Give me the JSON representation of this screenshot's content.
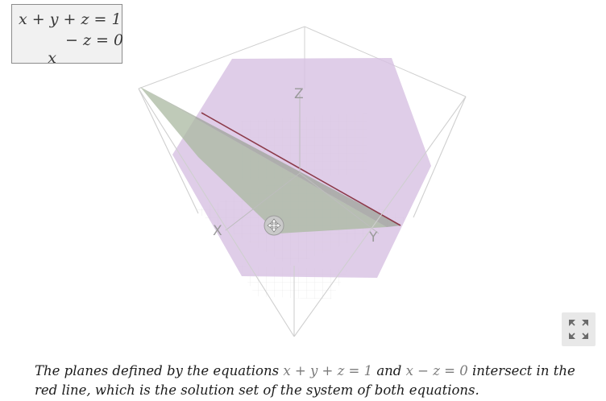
{
  "equations": {
    "line1": "x + y + z = 1",
    "line2_left": "x",
    "line2_right": "− z = 0"
  },
  "axes": {
    "x": "X",
    "y": "Y",
    "z": "Z"
  },
  "caption": {
    "part1": "The planes defined by the equations ",
    "eq1": "x + y + z = 1",
    "part2": " and ",
    "eq2": "x − z = 0",
    "part3": " intersect in the red line, which is the solution set of the system of both equations."
  },
  "colors": {
    "plane1": "#d6bfe2",
    "plane2": "#a9b8a0",
    "intersection_line": "#8c3b4a",
    "box_edges": "#cfcfcf",
    "grid": "#d4d4d4"
  },
  "icons": {
    "move_handle": "move-arrows-icon",
    "fullscreen": "expand-icon"
  }
}
